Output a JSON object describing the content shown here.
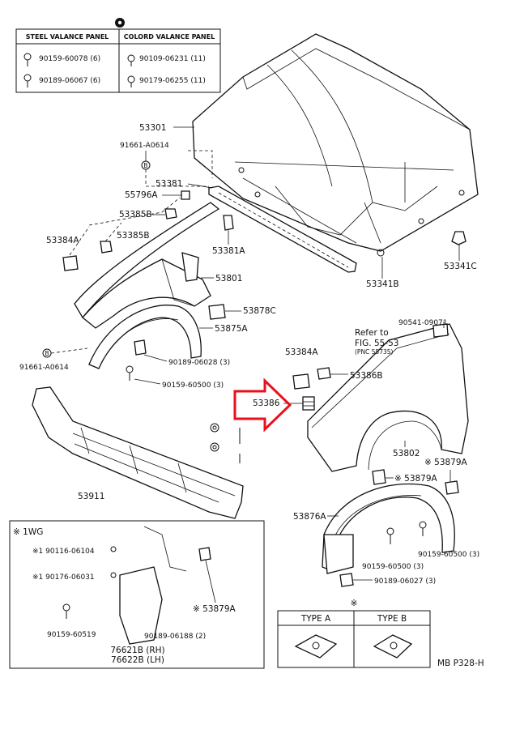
{
  "fastener_table": {
    "headers": [
      "STEEL VALANCE PANEL",
      "COLORD VALANCE PANEL"
    ],
    "rows": [
      [
        "90159-60078 (6)",
        "90109-06231 (11)"
      ],
      [
        "90189-06067 (6)",
        "90179-06255 (11)"
      ]
    ]
  },
  "labels": {
    "hood": "53301",
    "clip_91661_top": "91661-A0614",
    "clip_91661_bottom": "91661-A0614",
    "seal_53381": "53381",
    "part_55796A": "55796A",
    "part_53385B": "53385B",
    "part_53385B_b": "53385B",
    "part_53384A_left": "53384A",
    "part_53381A": "53381A",
    "part_53801": "53801",
    "part_53878C": "53878C",
    "part_53875A": "53875A",
    "bolt_90189_06028": "90189-06028 (3)",
    "bolt_90159_60500_left": "90159-60500 (3)",
    "part_53341B": "53341B",
    "part_53341C": "53341C",
    "part_90541": "90541-09071",
    "refer_1": "Refer to",
    "refer_2": "FIG. 55-53",
    "refer_3": "(PNC 55735)",
    "part_53384A_right": "53384A",
    "part_53386B": "53386B",
    "part_53386": "53386",
    "part_53802": "53802",
    "part_53879A_a": "※ 53879A",
    "part_53879A_b": "※ 53879A",
    "part_53876A": "53876A",
    "bolt_90159_60500_right": "90159-60500 (3)",
    "bolt_90159_60500_2": "90159-60500 (3)",
    "bolt_90189_06027": "90189-06027 (3)",
    "part_53911": "53911",
    "footer_code": "MB P328-H"
  },
  "mudguard_box": {
    "title": "※ 1WG",
    "labels": {
      "p1": "※1 90116-06104",
      "p2": "※1 90176-06031",
      "p3": "90159-60519",
      "p4": "90189-06188 (2)",
      "p5": "※ 53879A",
      "p6": "76621B (RH)",
      "p7": "76622B (LH)"
    }
  },
  "type_box": {
    "mark": "※",
    "headers": [
      "TYPE A",
      "TYPE B"
    ]
  },
  "colors": {
    "ink": "#111111",
    "arrow": "#e8101e",
    "background": "#ffffff"
  }
}
